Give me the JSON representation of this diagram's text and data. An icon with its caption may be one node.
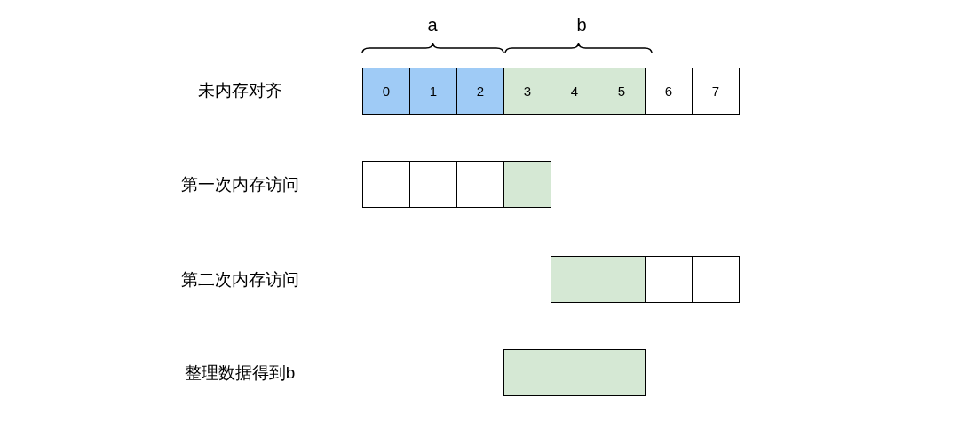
{
  "diagram": {
    "nodes": [
      {
        "text": [
          "0"
        ]
      },
      {
        "text": [
          "1"
        ]
      },
      {
        "text": [
          "2"
        ]
      },
      {
        "text": [
          "3"
        ]
      },
      {
        "text": [
          "4"
        ]
      },
      {
        "text": [
          "5"
        ]
      },
      {
        "text": [
          "6"
        ]
      },
      {
        "text": [
          "7"
        ]
      },
      {
        "text": [],
        "shape": "box"
      },
      {
        "text": [],
        "shape": "box"
      },
      {
        "text": [],
        "shape": "box"
      },
      {
        "text": [],
        "shape": "box"
      },
      {
        "text": [],
        "shape": "box"
      },
      {
        "text": [],
        "shape": "box"
      },
      {
        "text": [],
        "shape": "box"
      },
      {
        "text": [],
        "shape": "box"
      },
      {
        "text": [],
        "shape": "box"
      },
      {
        "text": [],
        "shape": "box"
      },
      {
        "text": [],
        "shape": "box"
      }
    ],
    "labels": [
      "a",
      "b",
      "未内存对齐",
      "第一次内存访问",
      "第二次内存访问",
      "整理数据得到b"
    ]
  }
}
